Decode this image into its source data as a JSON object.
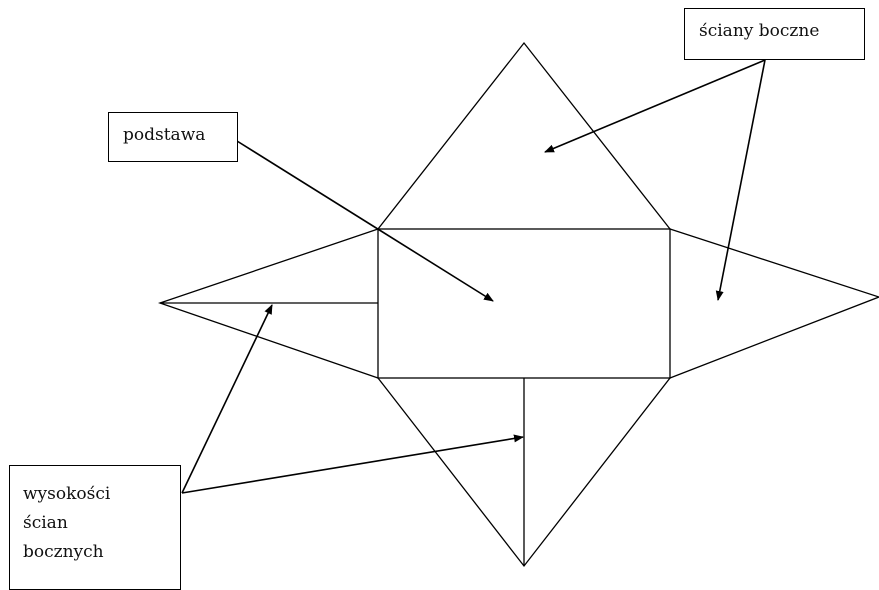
{
  "labels": {
    "base": "podstawa",
    "side_faces": "ściany boczne",
    "face_heights": [
      "wysokości",
      "ścian",
      "bocznych"
    ]
  },
  "colors": {
    "stroke": "#000000",
    "background": "#ffffff"
  }
}
